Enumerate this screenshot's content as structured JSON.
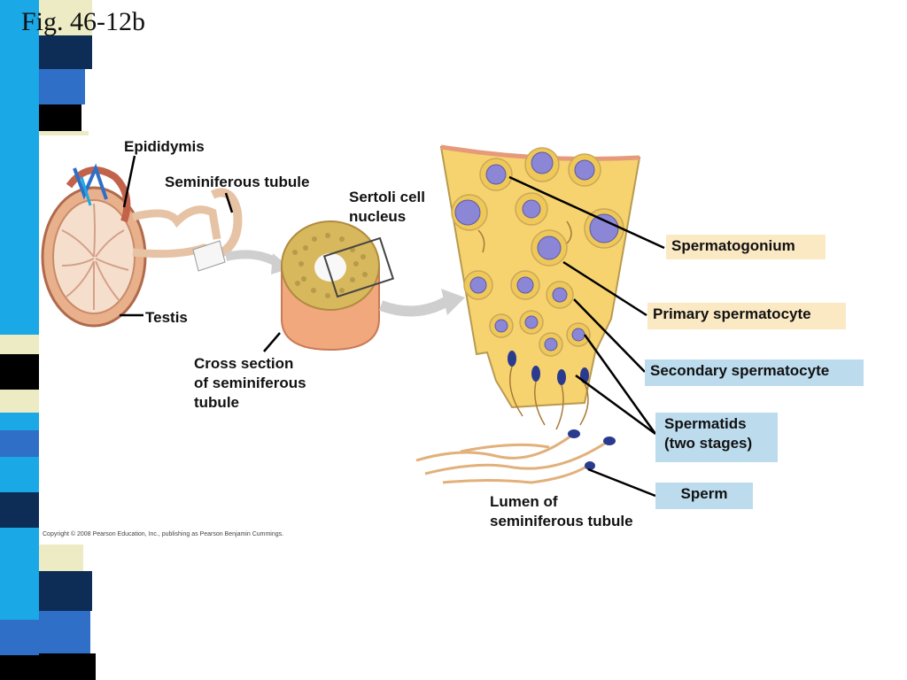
{
  "title": "Fig. 46-12b",
  "labels": {
    "epididymis": "Epididymis",
    "seminiferous_tubule": "Seminiferous tubule",
    "sertoli_nucleus": [
      "Sertoli cell",
      "nucleus"
    ],
    "testis": "Testis",
    "cross_section": [
      "Cross section",
      "of seminiferous",
      "tubule"
    ],
    "lumen": [
      "Lumen of",
      "seminiferous tubule"
    ]
  },
  "stage_boxes": {
    "spermatogonium": "Spermatogonium",
    "primary": "Primary spermatocyte",
    "secondary": "Secondary spermatocyte",
    "spermatids": [
      "Spermatids",
      "(two stages)"
    ],
    "sperm": "Sperm"
  },
  "copyright": "Copyright © 2008 Pearson Education, Inc., publishing as Pearson Benjamin Cummings.",
  "colors": {
    "stripe_dark": "#0d2c56",
    "stripe_blue": "#2f6fc8",
    "stripe_cyan": "#1aa8e6",
    "stripe_cream": "#ecebc4",
    "label_tan": "#fbe9c4",
    "label_blue": "#bcdcee",
    "tissue": "#f6d36f",
    "nucleus": "#8b86d6"
  }
}
